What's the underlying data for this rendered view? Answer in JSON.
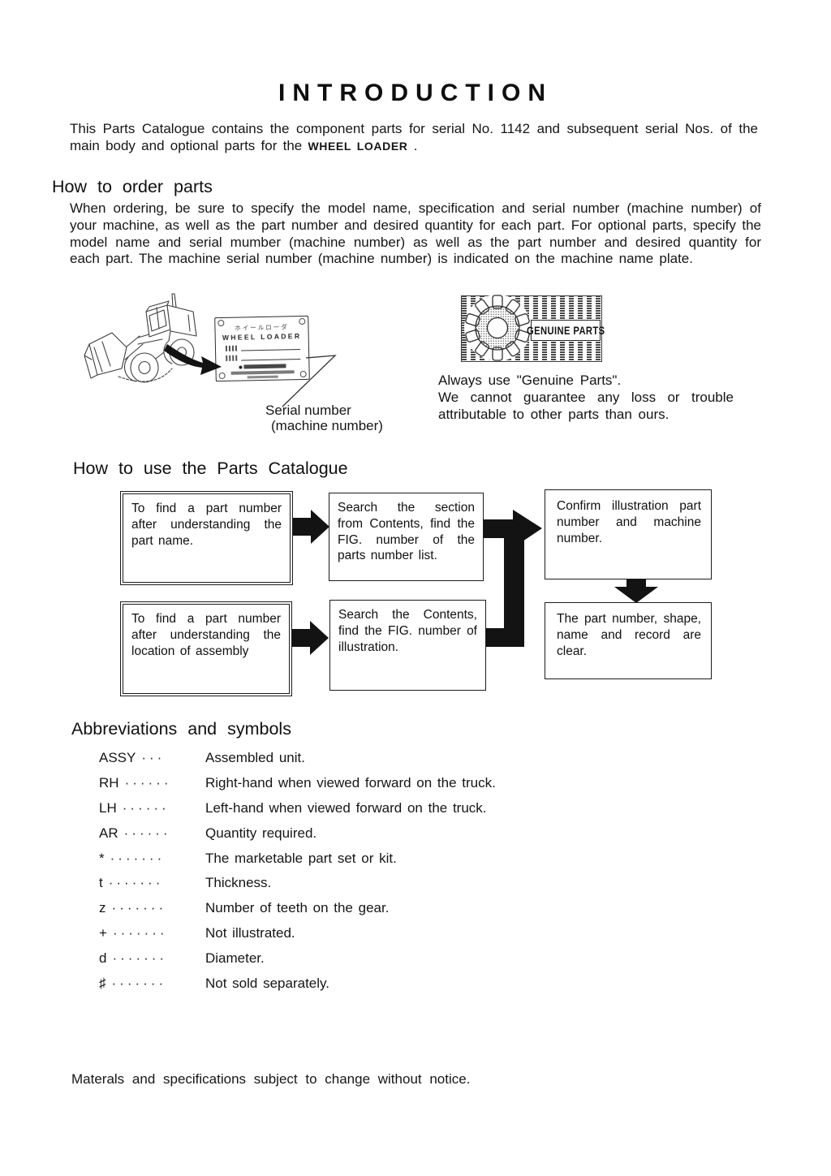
{
  "title": "INTRODUCTION",
  "intro": {
    "before": "This Parts Catalogue contains the component parts for serial No. 1142 and subsequent serial Nos. of the main body and optional parts for the",
    "model": "WHEEL LOADER",
    "after": "."
  },
  "order": {
    "heading": "How to order parts",
    "body": "When ordering, be sure to specify the model name, specification and serial number (machine number) of your machine, as well as the part number and desired quantity for each part. For optional parts, specify the model name and serial mumber (machine number) as well as the part number and desired quantity for each part.  The machine serial number (machine number) is indicated on the machine name plate."
  },
  "figure": {
    "plate": {
      "jp": "ホイールローダ",
      "en": "WHEEL LOADER"
    },
    "serial_line1": "Serial number",
    "serial_line2": "(machine number)",
    "genuine_label": "GENUINE PARTS",
    "note_line1": "Always use \"Genuine Parts\".",
    "note_rest": "We cannot guarantee any loss or trouble attributable to other parts than ours."
  },
  "usage": {
    "heading": "How to use the Parts Catalogue",
    "box_find_name": "To find a part number after understanding the part name.",
    "box_search_section": "Search the section from Contents, find the FIG. number of the parts number list.",
    "box_find_location": "To find a part number after understanding the location of assembly",
    "box_search_contents": "Search the Contents, find the FIG. number of illustration.",
    "box_confirm": "Confirm illustration part number and machine number.",
    "box_result": "The part number, shape, name and record are clear."
  },
  "abbr": {
    "heading": "Abbreviations and symbols",
    "items": [
      {
        "symbol": "ASSY",
        "dots": "···",
        "meaning": "Assembled unit."
      },
      {
        "symbol": "RH",
        "dots": "······",
        "meaning": "Right-hand when viewed forward on the truck."
      },
      {
        "symbol": "LH",
        "dots": "······",
        "meaning": "Left-hand when viewed forward on the truck."
      },
      {
        "symbol": "AR",
        "dots": "······",
        "meaning": "Quantity required."
      },
      {
        "symbol": "*",
        "dots": "·······",
        "meaning": "The marketable part set or kit."
      },
      {
        "symbol": "t",
        "dots": "·······",
        "meaning": "Thickness."
      },
      {
        "symbol": "z",
        "dots": "·······",
        "meaning": "Number of teeth on the gear."
      },
      {
        "symbol": "+",
        "dots": "·······",
        "meaning": "Not illustrated."
      },
      {
        "symbol": "d",
        "dots": "·······",
        "meaning": "Diameter."
      },
      {
        "symbol": "♯",
        "dots": "·······",
        "meaning": "Not sold separately."
      }
    ]
  },
  "footer": "Materals and specifications subject to change without notice."
}
